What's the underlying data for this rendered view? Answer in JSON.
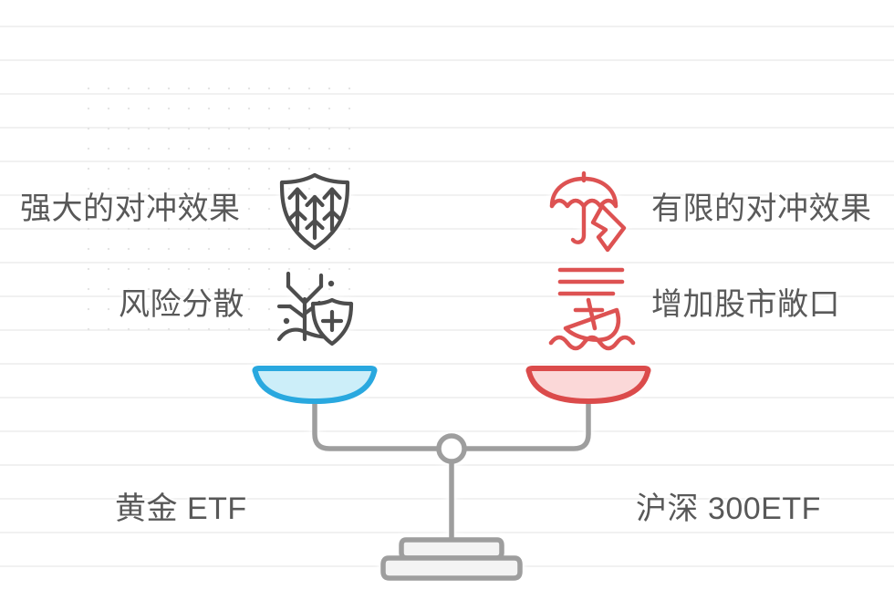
{
  "theme": {
    "text_color": "#585858",
    "gold_accent": "#29a8df",
    "gold_accent_fill": "#cceef9",
    "equity_accent": "#db4b4b",
    "equity_accent_fill": "#fbd8d8",
    "scale_color": "#9e9e9e",
    "grid_color": "#f1f1f1",
    "dot_color": "#e3e3e3"
  },
  "left_side": {
    "asset_label": "黄金 ETF",
    "benefits": [
      {
        "text": "强大的对冲效果",
        "icon": "shield-arrows-icon"
      },
      {
        "text": "风险分散",
        "icon": "tree-shield-icon"
      }
    ]
  },
  "right_side": {
    "asset_label": "沪深 300ETF",
    "benefits": [
      {
        "text": "有限的对冲效果",
        "icon": "broken-umbrella-icon"
      },
      {
        "text": "增加股市敞口",
        "icon": "sinking-boat-icon"
      }
    ]
  },
  "scale": {
    "left_pan_color": "#29a8df",
    "left_pan_fill": "#cceef9",
    "right_pan_color": "#db4b4b",
    "right_pan_fill": "#fbd8d8",
    "frame_color": "#9e9e9e",
    "balanced": true
  }
}
